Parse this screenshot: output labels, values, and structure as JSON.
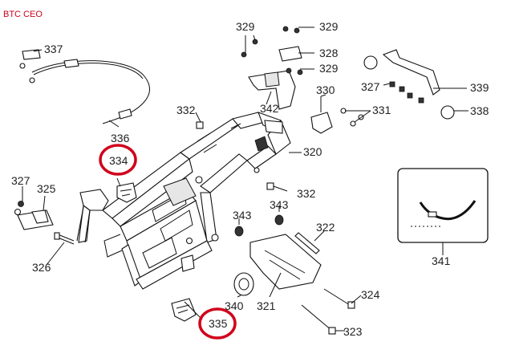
{
  "brand": "BTC CEO",
  "highlight_color": "#d0021b",
  "callouts": {
    "p320": "320",
    "p321": "321",
    "p322": "322",
    "p323": "323",
    "p324": "324",
    "p325": "325",
    "p326": "326",
    "p327a": "327",
    "p327b": "327",
    "p328": "328",
    "p329a": "329",
    "p329b": "329",
    "p329c": "329",
    "p330": "330",
    "p331": "331",
    "p332a": "332",
    "p332b": "332",
    "p334": "334",
    "p335": "335",
    "p336": "336",
    "p337": "337",
    "p338": "338",
    "p339": "339",
    "p340": "340",
    "p341": "341",
    "p342": "342",
    "p343a": "343",
    "p343b": "343"
  }
}
